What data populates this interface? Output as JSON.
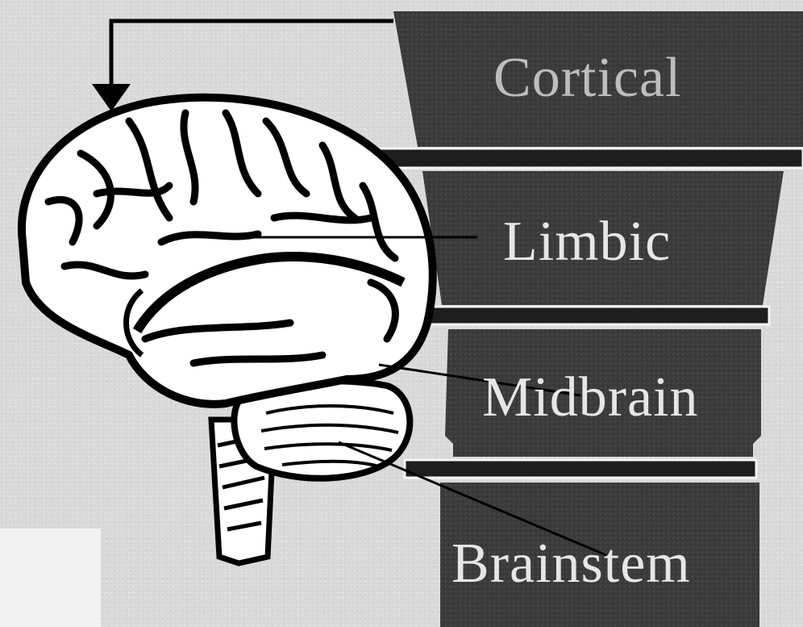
{
  "levels": [
    {
      "id": "cortical",
      "label": "Cortical"
    },
    {
      "id": "limbic",
      "label": "Limbic"
    },
    {
      "id": "midbrain",
      "label": "Midbrain"
    },
    {
      "id": "brainstem",
      "label": "Brainstem"
    }
  ],
  "colors": {
    "background": "#dadada",
    "block_fill": "#3c3c3c",
    "label_text": "#e6e6e6",
    "cortical_text": "#bdbdbd",
    "outline": "#000000",
    "brain_fill": "#ffffff"
  }
}
